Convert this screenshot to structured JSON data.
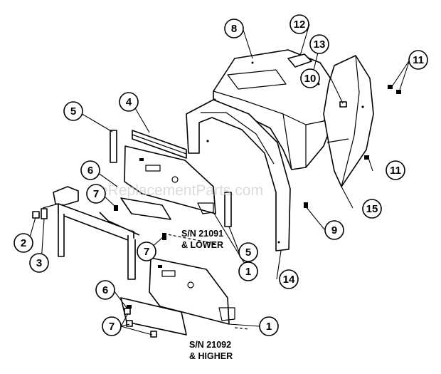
{
  "watermark": "eReplacementParts.com",
  "serial_notes": {
    "upper_line1": "S/N 21091",
    "upper_line2": "& LOWER",
    "lower_line1": "S/N 21092",
    "lower_line2": "& HIGHER"
  },
  "callouts": [
    "8",
    "12",
    "13",
    "11",
    "10",
    "4",
    "5",
    "6",
    "7",
    "11",
    "15",
    "2",
    "3",
    "7",
    "5",
    "9",
    "1",
    "14",
    "6",
    "7",
    "1"
  ]
}
